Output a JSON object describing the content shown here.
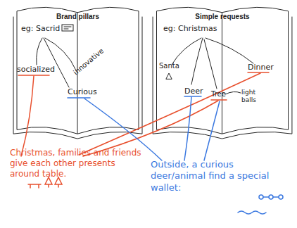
{
  "diagram": {
    "nodes": [
      {
        "text": [
          "Brand pillars"
        ]
      },
      {
        "text": [
          "Simple requests"
        ]
      }
    ],
    "labels": [
      "eg: Sacrid",
      "socialized",
      "innovative",
      "Curious",
      "eg: Christmas",
      "Santa",
      "Deer",
      "Dinner",
      "Tree",
      "light balls",
      "Christmas, families and friends give each other presents around table.",
      "Outside, a curious deer/animal find a special wallet:"
    ]
  }
}
